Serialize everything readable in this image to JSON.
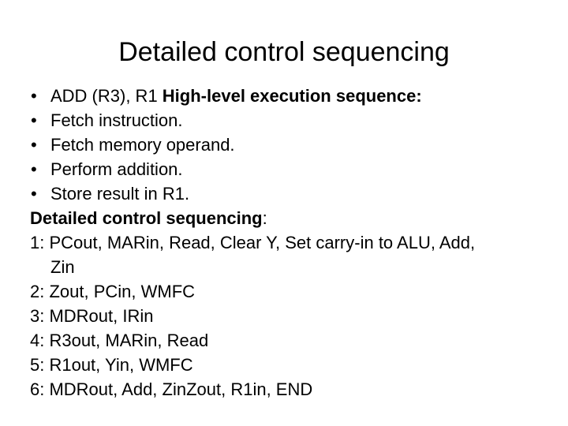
{
  "slide": {
    "title": "Detailed control sequencing",
    "background_color": "#ffffff",
    "text_color": "#000000",
    "bullet_glyph": "•",
    "bullets": [
      {
        "text_normal": "ADD (R3), R1 ",
        "text_bold": "High-level execution sequence:"
      },
      {
        "text_normal": "Fetch instruction.",
        "text_bold": ""
      },
      {
        "text_normal": "Fetch memory operand.",
        "text_bold": ""
      },
      {
        "text_normal": "Perform addition.",
        "text_bold": ""
      },
      {
        "text_normal": "Store result in R1.",
        "text_bold": ""
      }
    ],
    "section_heading": {
      "bold_part": "Detailed control sequencing",
      "normal_part": ":"
    },
    "steps": [
      {
        "label": "1: PCout, MARin, Read, Clear Y, Set carry-in to ALU, Add,",
        "continuation": "Zin"
      },
      {
        "label": "2: Zout, PCin, WMFC",
        "continuation": ""
      },
      {
        "label": "3: MDRout, IRin",
        "continuation": ""
      },
      {
        "label": "4: R3out, MARin, Read",
        "continuation": ""
      },
      {
        "label": "5: R1out, Yin, WMFC",
        "continuation": ""
      },
      {
        "label": "6: MDRout, Add, ZinZout, R1in, END",
        "continuation": ""
      }
    ]
  }
}
